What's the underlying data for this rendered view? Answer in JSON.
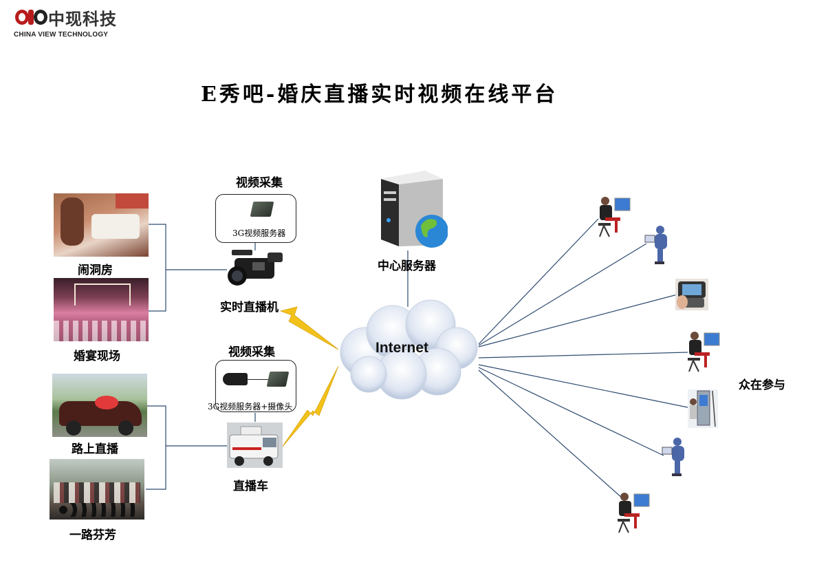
{
  "logo": {
    "text": "中现科技",
    "subtitle": "CHINA VIEW TECHNOLOGY"
  },
  "title": "E秀吧-婚庆直播实时视频在线平台",
  "scenes": {
    "bridal_room": "闹洞房",
    "banquet": "婚宴现场",
    "road_live": "路上直播",
    "procession": "一路芬芳"
  },
  "capture_top": {
    "heading": "视频采集",
    "device": "3G视频服务器",
    "camera_label": "实时直播机"
  },
  "capture_bottom": {
    "heading": "视频采集",
    "device": "3G视频服务器+摄像头",
    "vehicle_label": "直播车"
  },
  "server": {
    "label": "中心服务器"
  },
  "cloud": {
    "label": "Internet"
  },
  "audience": {
    "label": "众在参与"
  },
  "colors": {
    "line": "#2c4a6e",
    "lightning": "#f2c21a",
    "cloud": "#dfe6f2"
  }
}
